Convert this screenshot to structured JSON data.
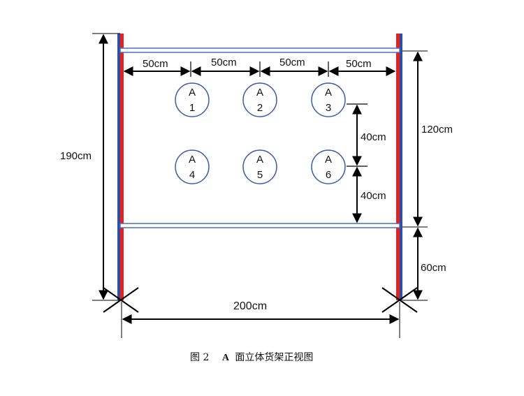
{
  "dimensions": {
    "spacing_1": "50cm",
    "spacing_2": "50cm",
    "spacing_3": "50cm",
    "spacing_4": "50cm",
    "total_height": "190cm",
    "upper_height": "120cm",
    "lower_height": "60cm",
    "row_gap_1": "40cm",
    "row_gap_2": "40cm",
    "total_width": "200cm"
  },
  "positions": [
    {
      "letter": "A",
      "number": "1"
    },
    {
      "letter": "A",
      "number": "2"
    },
    {
      "letter": "A",
      "number": "3"
    },
    {
      "letter": "A",
      "number": "4"
    },
    {
      "letter": "A",
      "number": "5"
    },
    {
      "letter": "A",
      "number": "6"
    }
  ],
  "caption": {
    "figure_number": "图 2",
    "letter": "A",
    "text": "面立体货架正视图"
  },
  "colors": {
    "post_red": "#e32321",
    "post_blue": "#2e4f9e",
    "bar_outline": "#4a6fc0",
    "circle_outline": "#3a5aa8"
  }
}
